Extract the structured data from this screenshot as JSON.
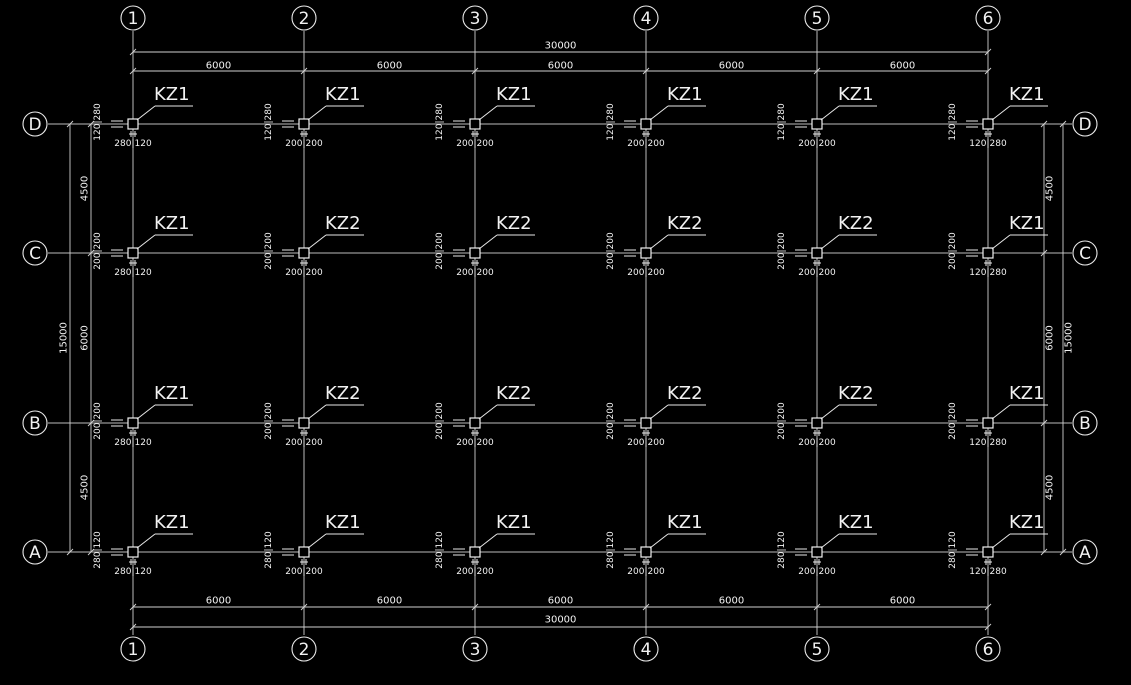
{
  "grid_x_labels": [
    "1",
    "2",
    "3",
    "4",
    "5",
    "6"
  ],
  "grid_y_labels": [
    "D",
    "C",
    "B",
    "A"
  ],
  "dims": {
    "bay_x": [
      "6000",
      "6000",
      "6000",
      "6000",
      "6000"
    ],
    "total_x": "30000",
    "left_segments": [
      "4500",
      "6000",
      "4500"
    ],
    "right_segments": [
      "4500",
      "6000",
      "4500"
    ],
    "total_y": "15000"
  },
  "columns": [
    [
      {
        "tag": "KZ1",
        "v": "120|280",
        "h": "280|120"
      },
      {
        "tag": "KZ1",
        "v": "120|280",
        "h": "200|200"
      },
      {
        "tag": "KZ1",
        "v": "120|280",
        "h": "200|200"
      },
      {
        "tag": "KZ1",
        "v": "120|280",
        "h": "200|200"
      },
      {
        "tag": "KZ1",
        "v": "120|280",
        "h": "200|200"
      },
      {
        "tag": "KZ1",
        "v": "120|280",
        "h": "120|280"
      }
    ],
    [
      {
        "tag": "KZ1",
        "v": "200|200",
        "h": "280|120"
      },
      {
        "tag": "KZ2",
        "v": "200|200",
        "h": "200|200"
      },
      {
        "tag": "KZ2",
        "v": "200|200",
        "h": "200|200"
      },
      {
        "tag": "KZ2",
        "v": "200|200",
        "h": "200|200"
      },
      {
        "tag": "KZ2",
        "v": "200|200",
        "h": "200|200"
      },
      {
        "tag": "KZ1",
        "v": "200|200",
        "h": "120|280"
      }
    ],
    [
      {
        "tag": "KZ1",
        "v": "200|200",
        "h": "280|120"
      },
      {
        "tag": "KZ2",
        "v": "200|200",
        "h": "200|200"
      },
      {
        "tag": "KZ2",
        "v": "200|200",
        "h": "200|200"
      },
      {
        "tag": "KZ2",
        "v": "200|200",
        "h": "200|200"
      },
      {
        "tag": "KZ2",
        "v": "200|200",
        "h": "200|200"
      },
      {
        "tag": "KZ1",
        "v": "200|200",
        "h": "120|280"
      }
    ],
    [
      {
        "tag": "KZ1",
        "v": "280|120",
        "h": "280|120"
      },
      {
        "tag": "KZ1",
        "v": "280|120",
        "h": "200|200"
      },
      {
        "tag": "KZ1",
        "v": "280|120",
        "h": "200|200"
      },
      {
        "tag": "KZ1",
        "v": "280|120",
        "h": "200|200"
      },
      {
        "tag": "KZ1",
        "v": "280|120",
        "h": "200|200"
      },
      {
        "tag": "KZ1",
        "v": "280|120",
        "h": "120|280"
      }
    ]
  ]
}
